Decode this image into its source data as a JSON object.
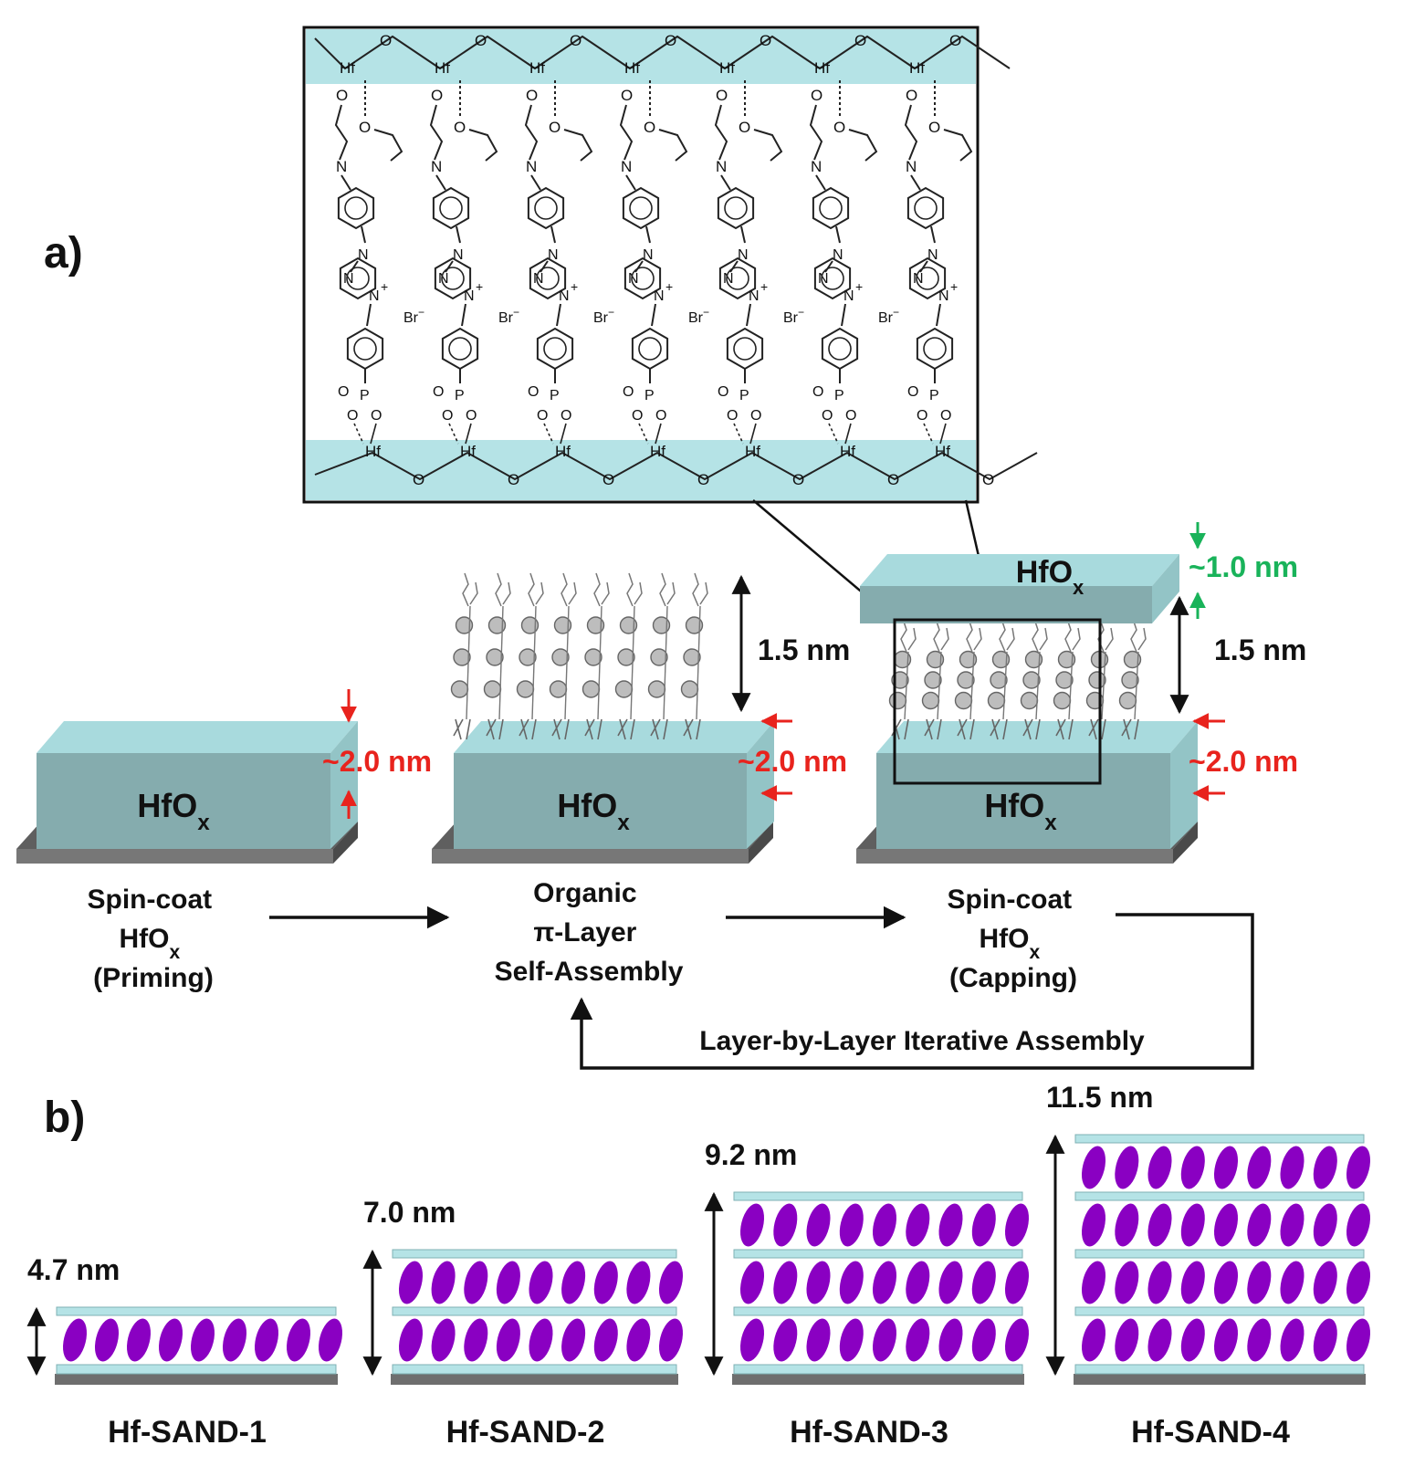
{
  "panel_a": {
    "label": "a)",
    "inset": {
      "metal": "Hf",
      "oxygen": "O",
      "nitrogen": "N",
      "pyridinium": "N",
      "charge": "+",
      "counterion": "Br",
      "counterion_charge": "−",
      "phosphorus": "P",
      "columns": 7
    },
    "blocks": {
      "priming": {
        "material": "HfO",
        "sub": "x",
        "thickness": "~2.0 nm"
      },
      "organic": {
        "material": "HfO",
        "sub": "x",
        "layer_height": "1.5 nm",
        "thickness": "~2.0 nm"
      },
      "capping": {
        "material": "HfO",
        "sub": "x",
        "layer_height": "1.5 nm",
        "thickness": "~2.0 nm",
        "cap_material": "HfO",
        "cap_sub": "x",
        "cap_thickness": "~1.0 nm"
      }
    },
    "steps": {
      "step1": {
        "line1": "Spin-coat",
        "line2_main": "HfO",
        "line2_sub": "x",
        "line3": "(Priming)"
      },
      "step2": {
        "line1": "Organic",
        "line2": "π-Layer",
        "line3": "Self-Assembly"
      },
      "step3": {
        "line1": "Spin-coat",
        "line2_main": "HfO",
        "line2_sub": "x",
        "line3": "(Capping)"
      }
    },
    "loop_label": "Layer-by-Layer Iterative Assembly"
  },
  "panel_b": {
    "label": "b)",
    "stacks": [
      {
        "name": "Hf-SAND-1",
        "thickness": "4.7 nm",
        "layers": 1
      },
      {
        "name": "Hf-SAND-2",
        "thickness": "7.0 nm",
        "layers": 2
      },
      {
        "name": "Hf-SAND-3",
        "thickness": "9.2 nm",
        "layers": 3
      },
      {
        "name": "Hf-SAND-4",
        "thickness": "11.5 nm",
        "layers": 4
      }
    ]
  },
  "colors": {
    "hfox_light": "#b5e3e6",
    "hfox_top": "#9fd4d8",
    "hfox_front": "#82aaac",
    "hfox_side": "#9ac6c8",
    "substrate": "#6e6e6e",
    "organic": "#8a00c2",
    "red": "#e8231d",
    "green": "#19b35a"
  }
}
